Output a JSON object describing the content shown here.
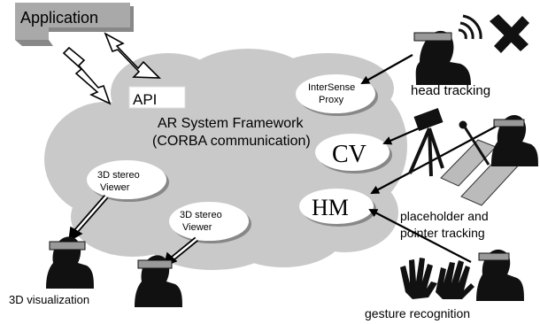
{
  "application": {
    "label": "Application"
  },
  "api": {
    "label": "API"
  },
  "framework": {
    "line1": "AR System Framework",
    "line2": "(CORBA communication)"
  },
  "modules": {
    "intersense_line1": "InterSense",
    "intersense_line2": "Proxy",
    "cv": "CV",
    "hm": "HM",
    "viewer1_line1": "3D stereo",
    "viewer1_line2": "Viewer",
    "viewer2_line1": "3D stereo",
    "viewer2_line2": "Viewer"
  },
  "captions": {
    "head_tracking": "head tracking",
    "placeholder_line1": "placeholder and",
    "placeholder_line2": "pointer tracking",
    "gesture": "gesture recognition",
    "visualization": "3D visualization"
  },
  "colors": {
    "cloud": "#c9c9c9",
    "application_box": "#a9a9a9",
    "ellipse_fill": "#ffffff",
    "figure": "#111111"
  }
}
